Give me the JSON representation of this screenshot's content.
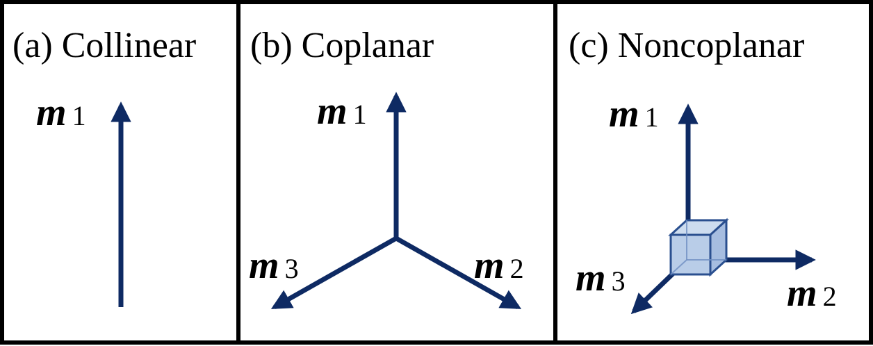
{
  "panels": [
    {
      "id": "a",
      "title": "(a) Collinear",
      "vectors": [
        {
          "symbol": "m",
          "subscript": "1"
        }
      ]
    },
    {
      "id": "b",
      "title": "(b) Coplanar",
      "vectors": [
        {
          "symbol": "m",
          "subscript": "1"
        },
        {
          "symbol": "m",
          "subscript": "2"
        },
        {
          "symbol": "m",
          "subscript": "3"
        }
      ]
    },
    {
      "id": "c",
      "title": "(c) Noncoplanar",
      "vectors": [
        {
          "symbol": "m",
          "subscript": "1"
        },
        {
          "symbol": "m",
          "subscript": "2"
        },
        {
          "symbol": "m",
          "subscript": "3"
        }
      ]
    }
  ],
  "colors": {
    "arrow": "#0e2a63",
    "cube_fill": "#b9cde8",
    "cube_edge": "#2a4f8f",
    "border": "#000000"
  }
}
